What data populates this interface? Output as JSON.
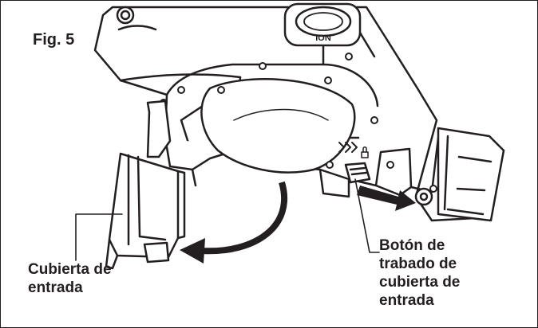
{
  "figure": {
    "title": "Fig. 5",
    "device_badge": "ION",
    "labels": {
      "entry_cover": [
        "Cubierta de",
        "entrada"
      ],
      "cover_lock_button": [
        "Botón de",
        "trabado de",
        "cubierta de",
        "entrada"
      ]
    },
    "colors": {
      "ink": "#231f20",
      "paper": "#ffffff"
    }
  }
}
